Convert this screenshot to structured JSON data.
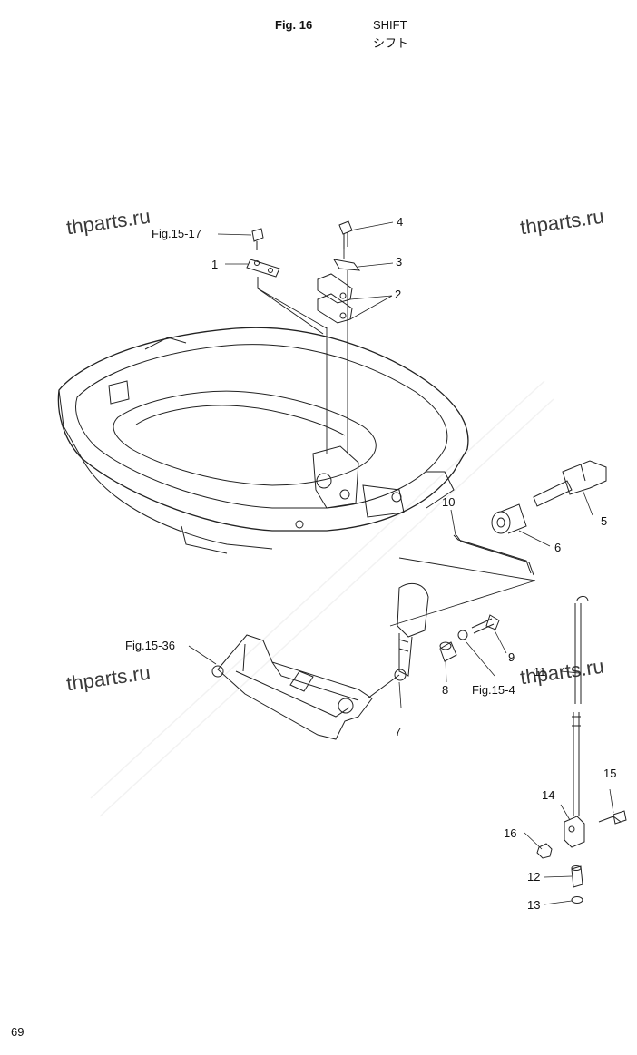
{
  "header": {
    "figure": "Fig. 16",
    "title_en": "SHIFT",
    "title_jp": "シフト"
  },
  "watermarks": [
    "thparts.ru",
    "thparts.ru",
    "thparts.ru",
    "thparts.ru"
  ],
  "page_number": "69",
  "references": {
    "r1517": "Fig.15-17",
    "r1536": "Fig.15-36",
    "r154x": "Fig.15-4"
  },
  "callouts": [
    "1",
    "2",
    "3",
    "4",
    "5",
    "6",
    "7",
    "8",
    "9",
    "10",
    "11",
    "12",
    "13",
    "14",
    "15",
    "16"
  ]
}
